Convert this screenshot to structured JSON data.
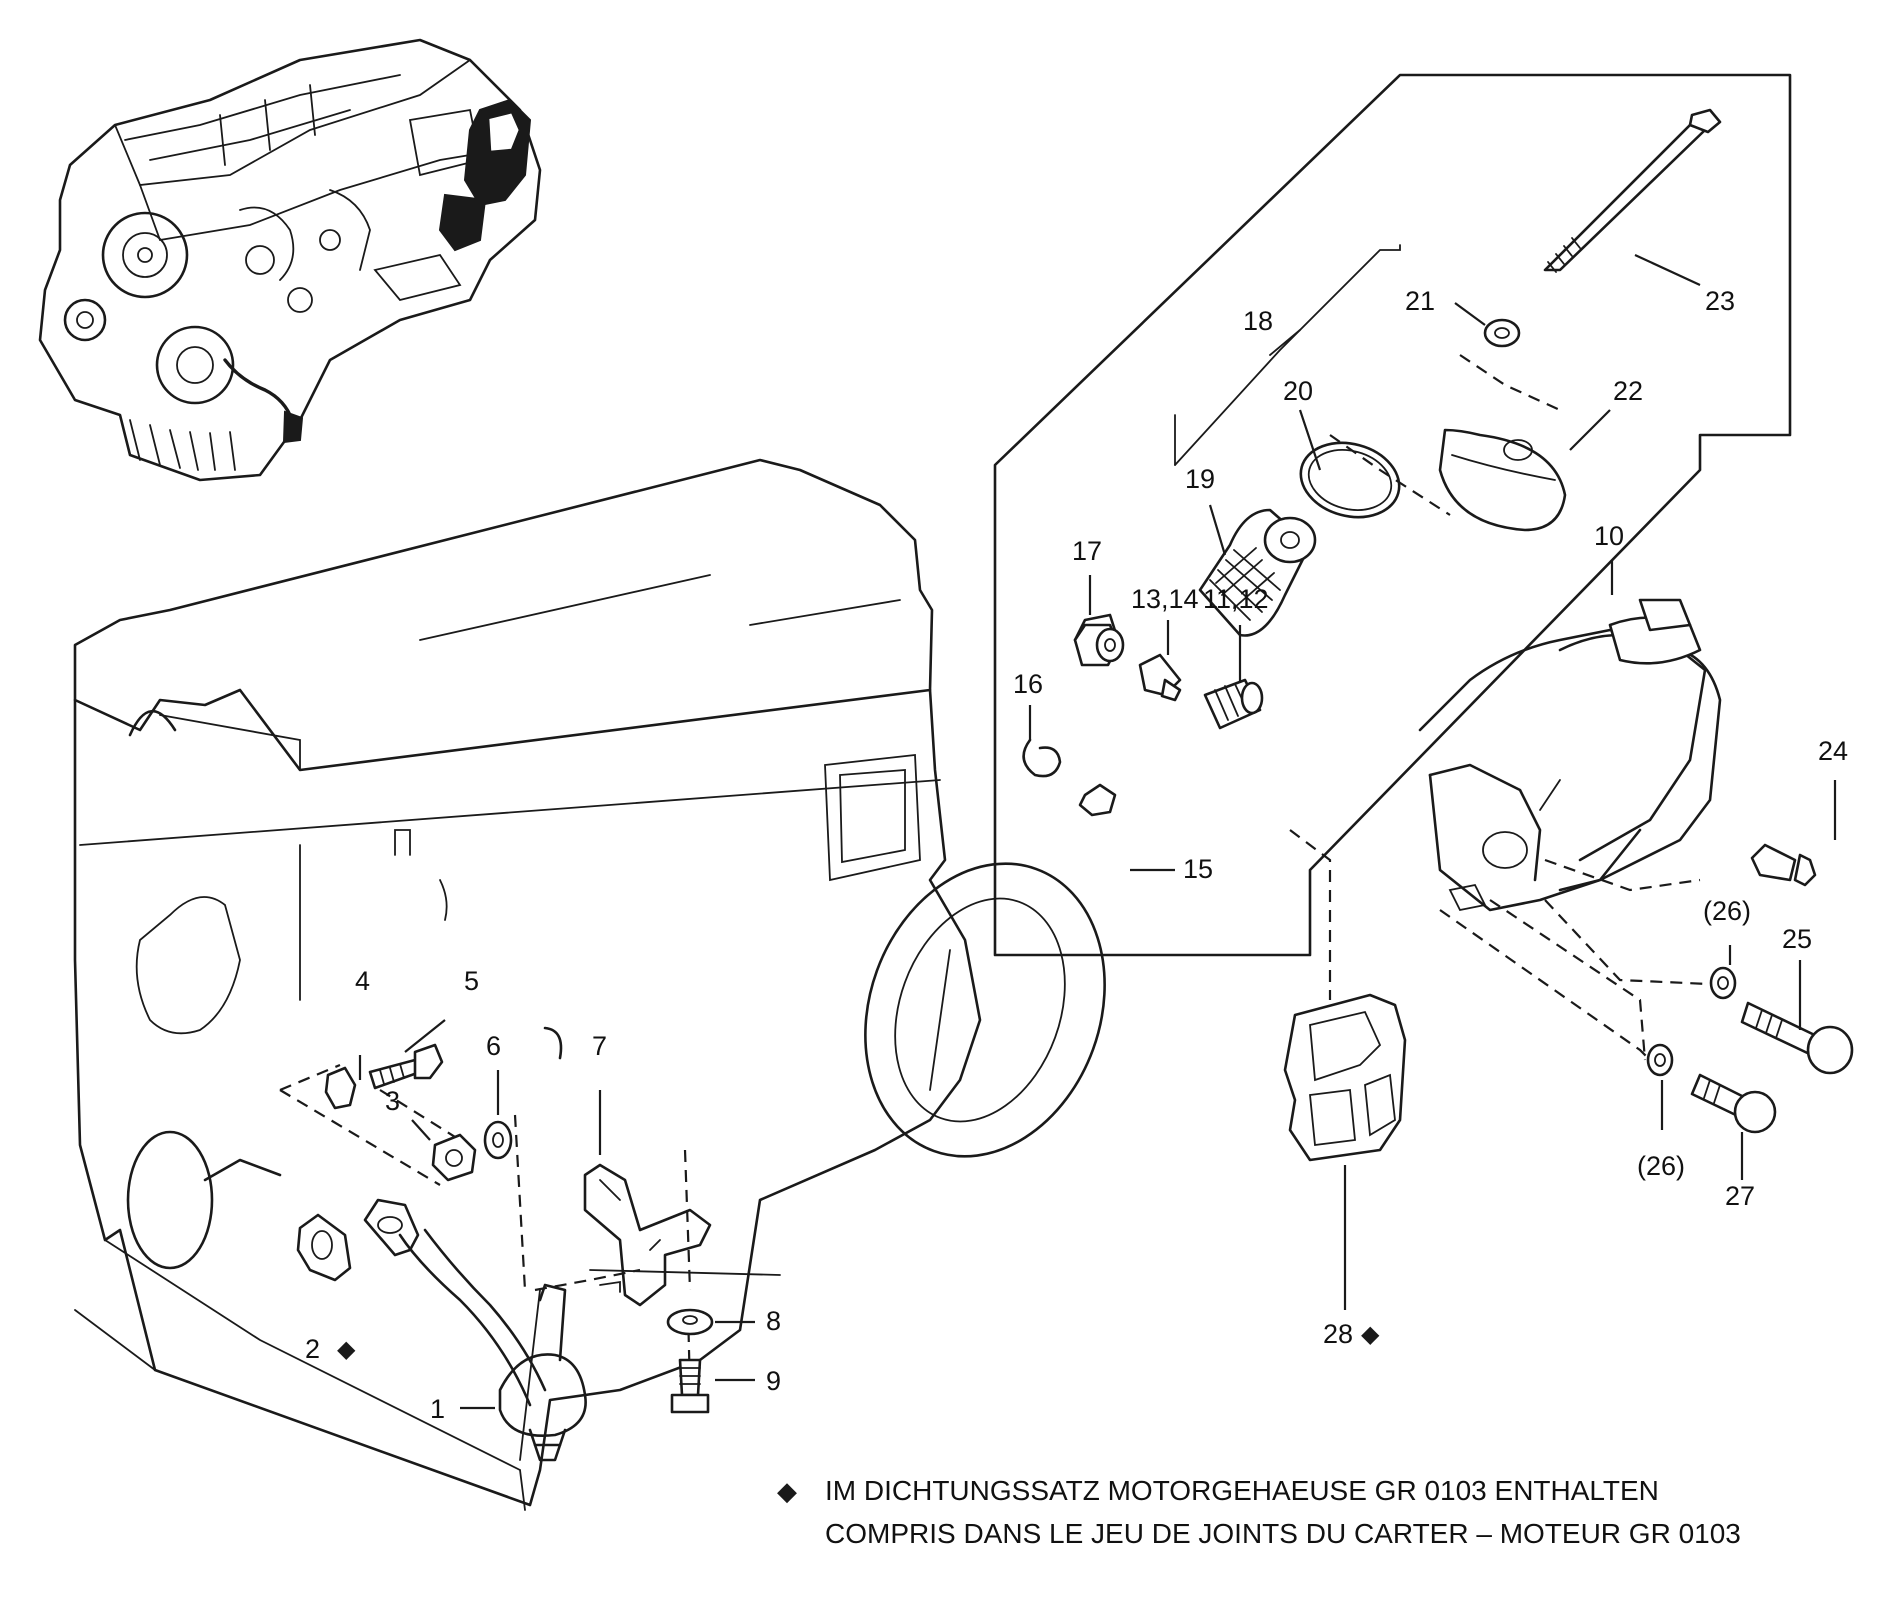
{
  "labels": {
    "l1": "1",
    "l2": "2",
    "l3": "3",
    "l4": "4",
    "l5": "5",
    "l6": "6",
    "l7": "7",
    "l8": "8",
    "l9": "9",
    "l10": "10",
    "l1112": "11,12",
    "l1314": "13,14",
    "l15": "15",
    "l16": "16",
    "l17": "17",
    "l18": "18",
    "l19": "19",
    "l20": "20",
    "l21": "21",
    "l22": "22",
    "l23": "23",
    "l24": "24",
    "l25": "25",
    "l26a": "(26)",
    "l26b": "(26)",
    "l27": "27",
    "l28": "28"
  },
  "footnote": {
    "marker": "◆",
    "line1": "IM DICHTUNGSSATZ MOTORGEHAEUSE GR 0103 ENTHALTEN",
    "line2": "COMPRIS DANS LE JEU DE JOINTS DU CARTER – MOTEUR GR 0103"
  }
}
